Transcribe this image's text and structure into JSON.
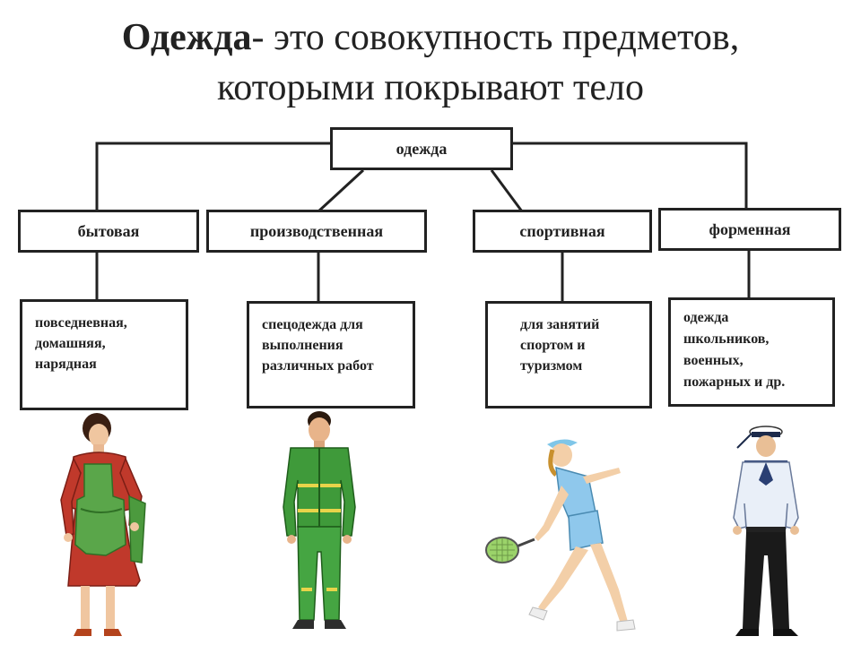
{
  "title": {
    "bold": "Одежда",
    "rest1": "- это совокупность предметов,",
    "line2": "которыми покрывают тело"
  },
  "diagram": {
    "root": "одежда",
    "categories": [
      {
        "label": "бытовая",
        "lines": [
          "повседневная,",
          "домашняя,",
          "нарядная"
        ]
      },
      {
        "label": "производственная",
        "lines": [
          "спецодежда для",
          "выполнения",
          "различных работ"
        ]
      },
      {
        "label": "спортивная",
        "lines": [
          "для занятий",
          "спортом и",
          "туризмом"
        ]
      },
      {
        "label": "форменная",
        "lines": [
          "одежда",
          "школьников,",
          "военных,",
          "пожарных и др."
        ]
      }
    ]
  }
}
